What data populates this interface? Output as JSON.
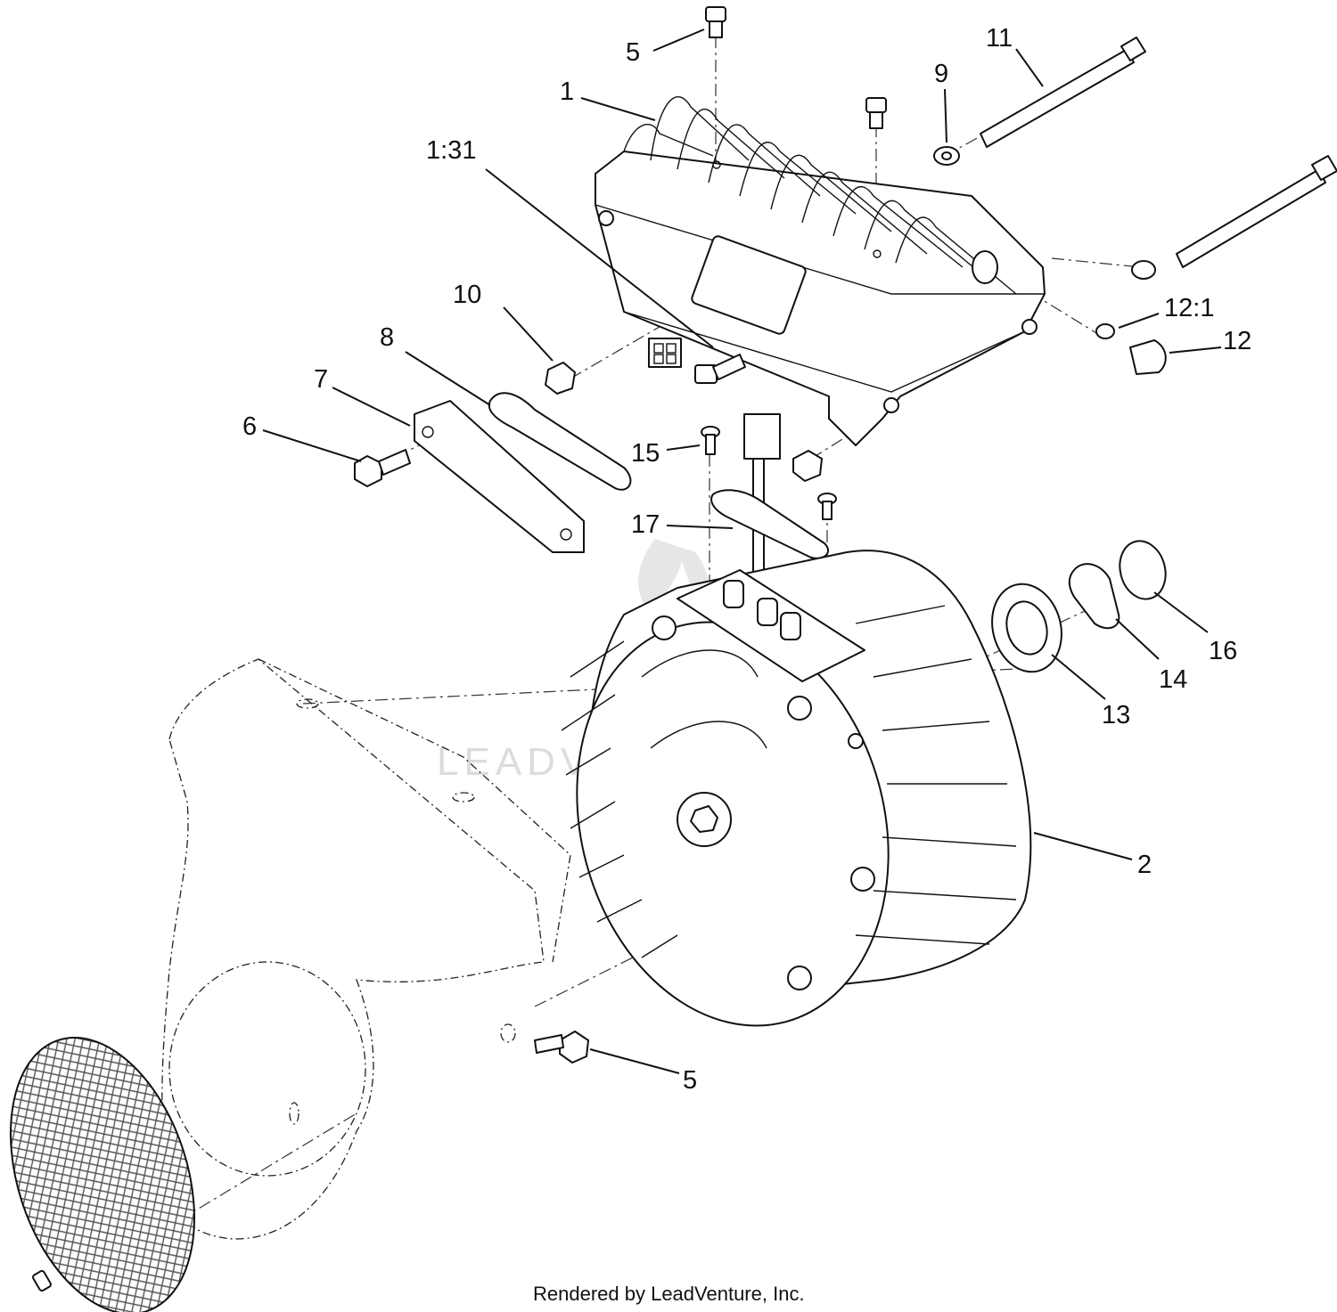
{
  "callouts": [
    {
      "id": "c5a",
      "text": "5"
    },
    {
      "id": "c1",
      "text": "1"
    },
    {
      "id": "c131",
      "text": "1:31"
    },
    {
      "id": "c9",
      "text": "9"
    },
    {
      "id": "c11",
      "text": "11"
    },
    {
      "id": "c10",
      "text": "10"
    },
    {
      "id": "c8",
      "text": "8"
    },
    {
      "id": "c7",
      "text": "7"
    },
    {
      "id": "c6",
      "text": "6"
    },
    {
      "id": "c121",
      "text": "12:1"
    },
    {
      "id": "c12",
      "text": "12"
    },
    {
      "id": "c15",
      "text": "15"
    },
    {
      "id": "c17",
      "text": "17"
    },
    {
      "id": "c16",
      "text": "16"
    },
    {
      "id": "c14",
      "text": "14"
    },
    {
      "id": "c13",
      "text": "13"
    },
    {
      "id": "c2",
      "text": "2"
    },
    {
      "id": "c5b",
      "text": "5"
    }
  ],
  "watermark": "LEADVENTURE",
  "footer": "Rendered by LeadVenture, Inc."
}
